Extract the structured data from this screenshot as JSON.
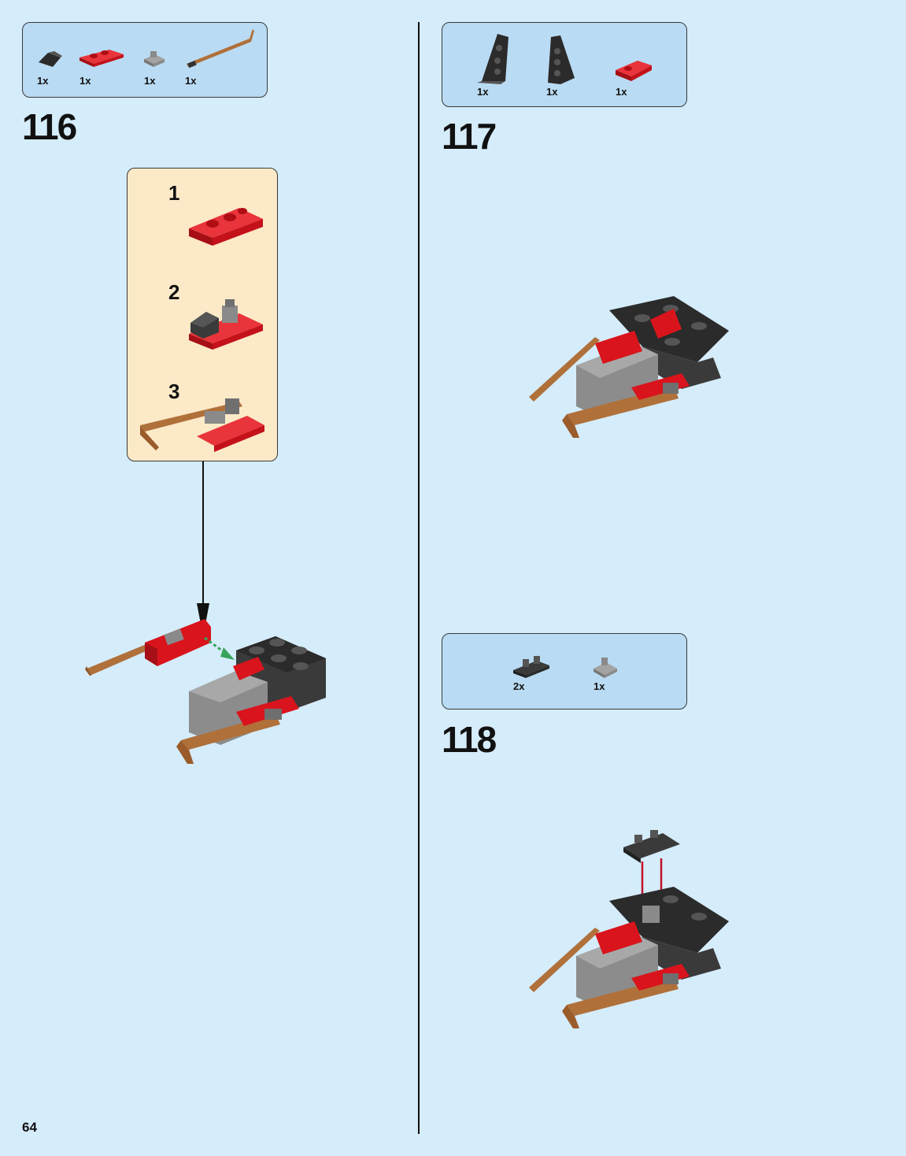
{
  "page_number": "64",
  "steps": [
    {
      "number": "116",
      "parts": [
        {
          "qty": "1x",
          "icon": "black-slope-icon"
        },
        {
          "qty": "1x",
          "icon": "red-plate-icon"
        },
        {
          "qty": "1x",
          "icon": "gray-clip-icon"
        },
        {
          "qty": "1x",
          "icon": "brown-bar-icon"
        }
      ],
      "substeps": [
        "1",
        "2",
        "3"
      ]
    },
    {
      "number": "117",
      "parts": [
        {
          "qty": "1x",
          "icon": "black-wedge-left-icon"
        },
        {
          "qty": "1x",
          "icon": "black-wedge-right-icon"
        },
        {
          "qty": "1x",
          "icon": "red-wedge-icon"
        }
      ]
    },
    {
      "number": "118",
      "parts": [
        {
          "qty": "2x",
          "icon": "black-clip-plate-icon"
        },
        {
          "qty": "1x",
          "icon": "gray-clip-icon"
        }
      ]
    }
  ],
  "colors": {
    "background": "#d5ecfa",
    "parts_box": "#b9dbf3",
    "substep_box": "#fce9c8",
    "red": "#d9141c",
    "black": "#2b2b2b",
    "gray": "#8c8c8c",
    "brown": "#b0703a",
    "arrow_green": "#3aa35a",
    "arrow_red": "#c0142a"
  }
}
